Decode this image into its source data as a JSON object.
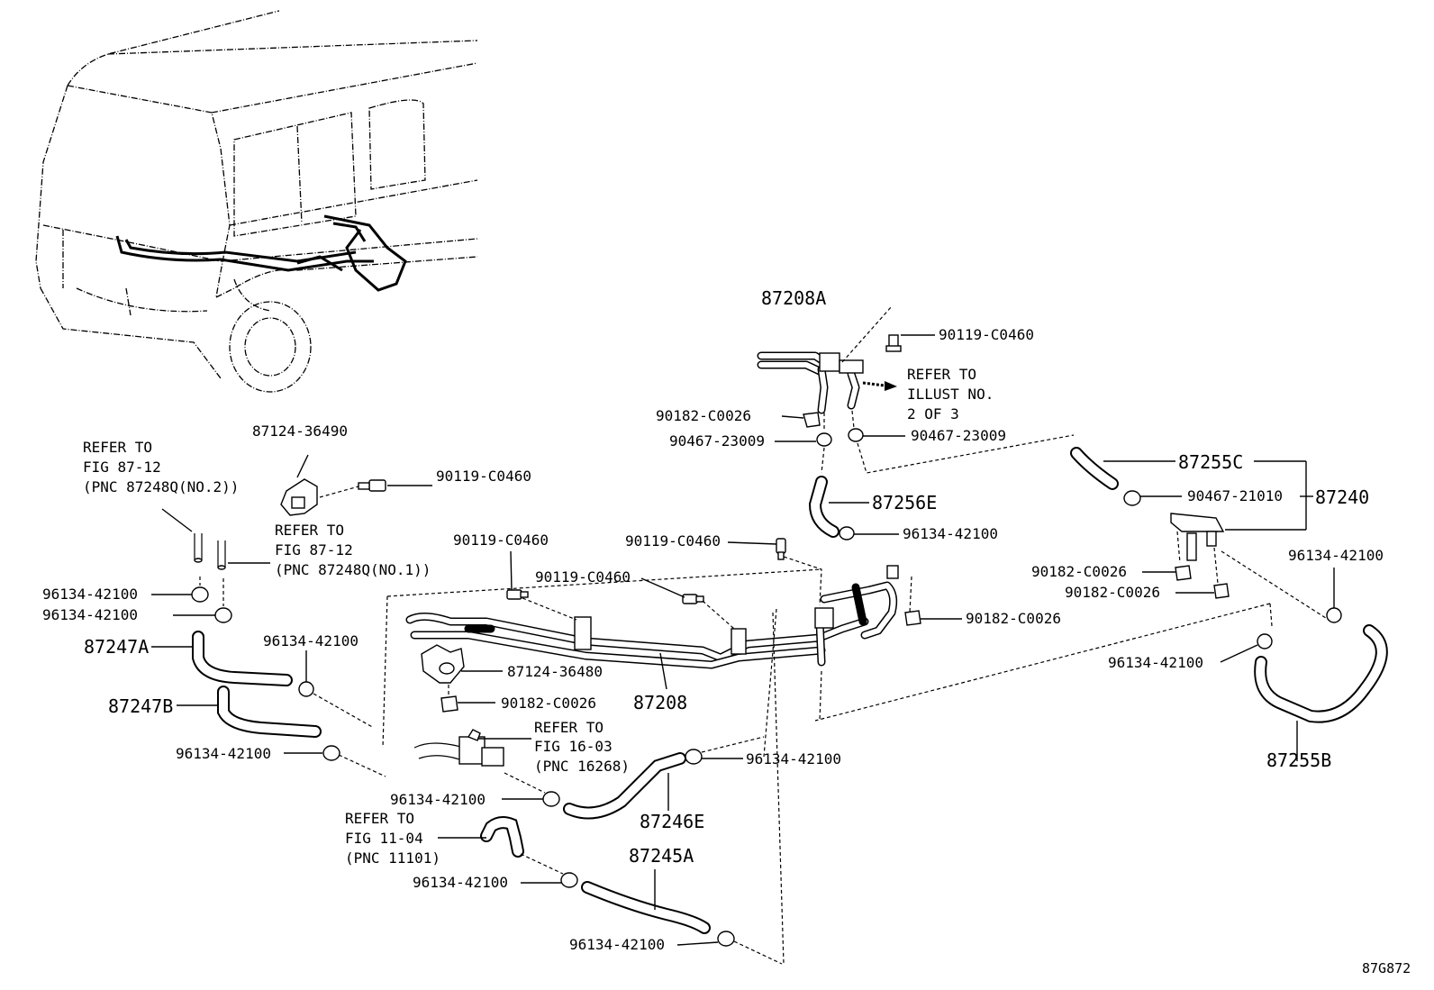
{
  "labels": {
    "p87208A": "87208A",
    "p90119_top": "90119-C0460",
    "ref_illust_1": "REFER TO",
    "ref_illust_2": "ILLUST NO.",
    "ref_illust_3": "2 OF 3",
    "p90182_top": "90182-C0026",
    "p90467_left": "90467-23009",
    "p90467_right": "90467-23009",
    "p87255C": "87255C",
    "p90467_21010": "90467-21010",
    "p87240": "87240",
    "p87256E": "87256E",
    "p96134_mid_top": "96134-42100",
    "p87124_36490": "87124-36490",
    "p90119_mid": "90119-C0460",
    "ref_8712_a_1": "REFER TO",
    "ref_8712_a_2": "FIG 87-12",
    "ref_8712_a_3": "(PNC 87248Q(NO.2))",
    "ref_8712_b_1": "REFER TO",
    "ref_8712_b_2": "FIG 87-12",
    "ref_8712_b_3": "(PNC 87248Q(NO.1))",
    "p90119_a": "90119-C0460",
    "p90119_b": "90119-C0460",
    "p90119_c": "90119-C0460",
    "p96134_right_top": "96134-42100",
    "p90182_r1": "90182-C0026",
    "p90182_r2": "90182-C0026",
    "p90182_center": "90182-C0026",
    "p96134_l1": "96134-42100",
    "p96134_l2": "96134-42100",
    "p87247A": "87247A",
    "p96134_l3": "96134-42100",
    "p87247B": "87247B",
    "p96134_l4": "96134-42100",
    "p87124_36480": "87124-36480",
    "p87208": "87208",
    "p90182_lower": "90182-C0026",
    "p96134_right_mid": "96134-42100",
    "ref_1603_1": "REFER TO",
    "ref_1603_2": "FIG 16-03",
    "ref_1603_3": "(PNC 16268)",
    "p96134_center_low": "96134-42100",
    "p96134_l5": "96134-42100",
    "p87246E": "87246E",
    "ref_1104_1": "REFER TO",
    "ref_1104_2": "FIG 11-04",
    "ref_1104_3": "(PNC 11101)",
    "p87245A": "87245A",
    "p96134_l6": "96134-42100",
    "p96134_l7": "96134-42100",
    "p87255B": "87255B",
    "figure_code": "87G872"
  }
}
